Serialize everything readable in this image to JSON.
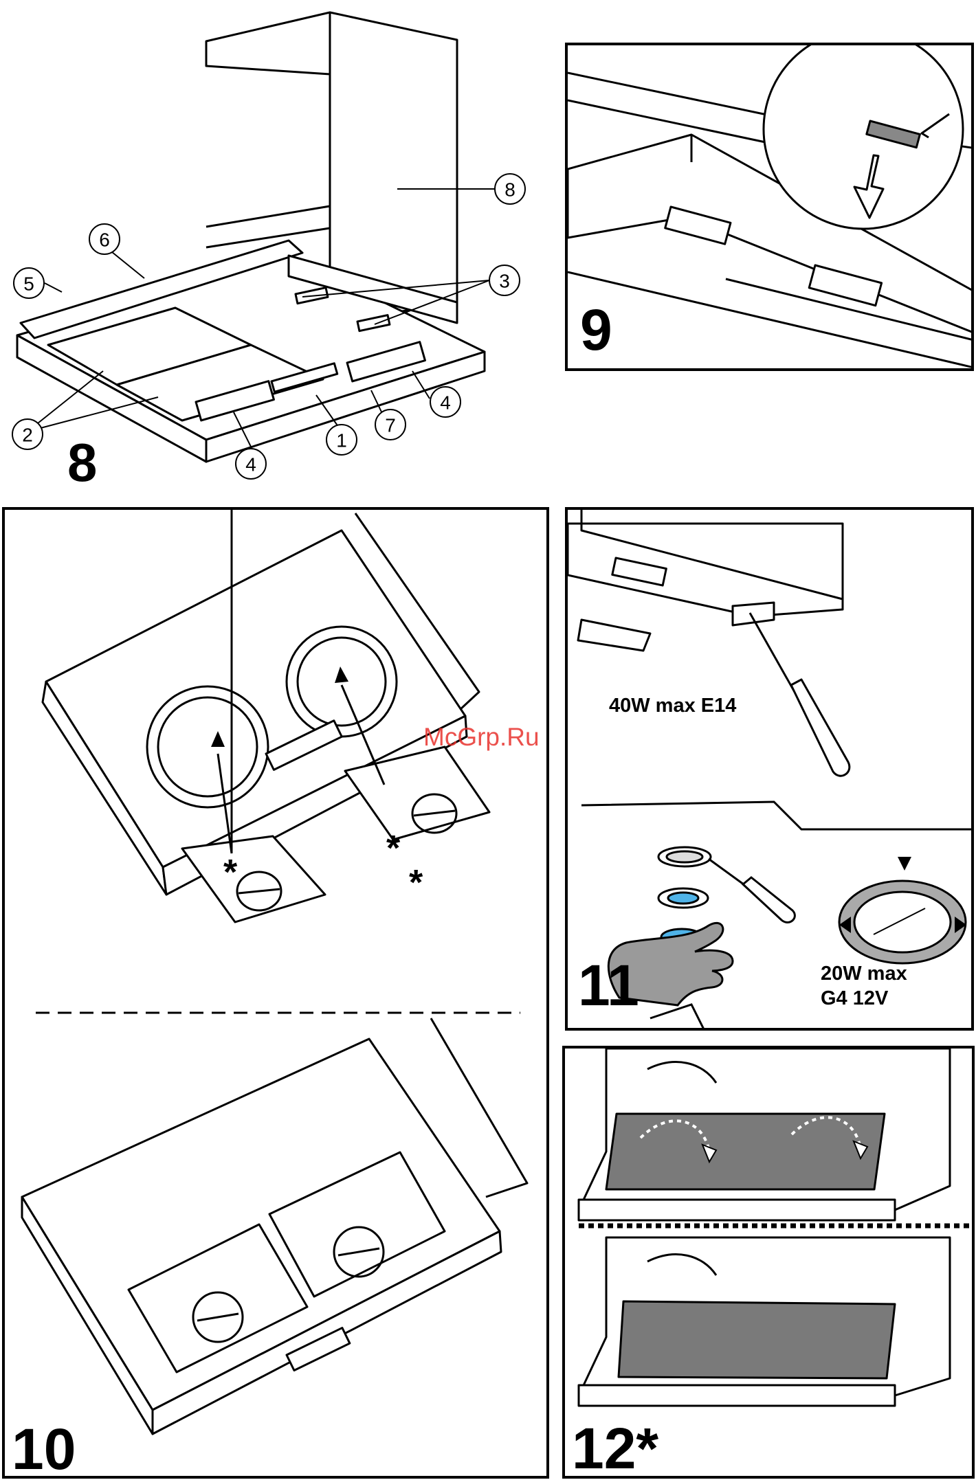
{
  "figures": {
    "fig8": {
      "label": "8",
      "callouts": [
        "1",
        "2",
        "3",
        "4",
        "4",
        "5",
        "6",
        "7",
        "8"
      ]
    },
    "fig9": {
      "label": "9"
    },
    "fig10": {
      "label": "10"
    },
    "fig11": {
      "label": "11",
      "spec_top": "40W max  E14",
      "spec_bottom_line1": "20W max",
      "spec_bottom_line2": "G4 12V"
    },
    "fig12": {
      "label": "12*"
    }
  },
  "watermark": "McGrp.Ru",
  "colors": {
    "ink": "#000000",
    "bulb_blue": "#4fb3e8",
    "filter_gray": "#7a7a7a",
    "glove_gray": "#9a9a9a",
    "watermark": "#e8322d"
  }
}
